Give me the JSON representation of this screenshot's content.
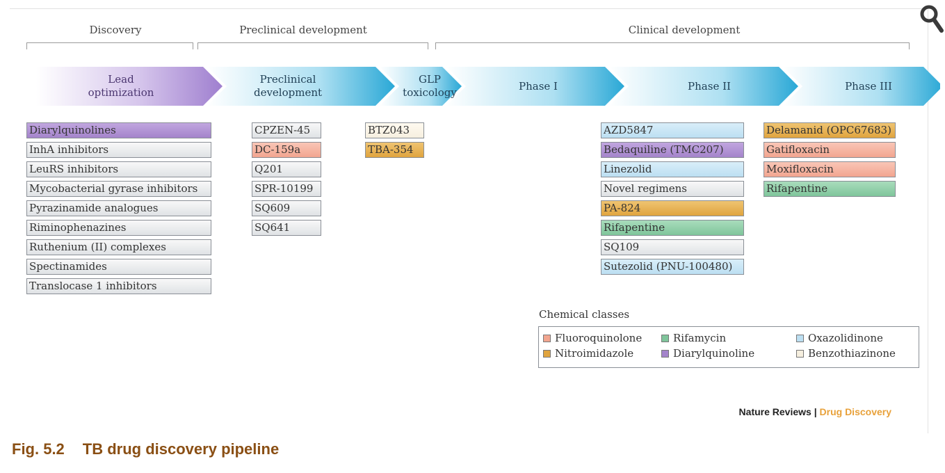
{
  "stages": [
    {
      "label": "Discovery"
    },
    {
      "label": "Preclinical development"
    },
    {
      "label": "Clinical development"
    }
  ],
  "phases": [
    {
      "label": "Lead\noptimization"
    },
    {
      "label": "Preclinical\ndevelopment"
    },
    {
      "label": "GLP\ntoxicology"
    },
    {
      "label": "Phase I"
    },
    {
      "label": "Phase II"
    },
    {
      "label": "Phase III"
    }
  ],
  "columns": {
    "lead_optimization": [
      {
        "name": "Diarylquinolines",
        "class": "purple"
      },
      {
        "name": "InhA inhibitors",
        "class": "grey"
      },
      {
        "name": "LeuRS inhibitors",
        "class": "grey"
      },
      {
        "name": "Mycobacterial gyrase inhibitors",
        "class": "grey"
      },
      {
        "name": "Pyrazinamide analogues",
        "class": "grey"
      },
      {
        "name": "Riminophenazines",
        "class": "grey"
      },
      {
        "name": "Ruthenium (II) complexes",
        "class": "grey"
      },
      {
        "name": "Spectinamides",
        "class": "grey"
      },
      {
        "name": "Translocase 1 inhibitors",
        "class": "grey"
      }
    ],
    "preclinical": [
      {
        "name": "CPZEN-45",
        "class": "grey"
      },
      {
        "name": "DC-159a",
        "class": "red"
      },
      {
        "name": "Q201",
        "class": "grey"
      },
      {
        "name": "SPR-10199",
        "class": "grey"
      },
      {
        "name": "SQ609",
        "class": "grey"
      },
      {
        "name": "SQ641",
        "class": "grey"
      }
    ],
    "glp_toxicology": [
      {
        "name": "BTZ043",
        "class": "cream"
      },
      {
        "name": "TBA-354",
        "class": "orange"
      }
    ],
    "phase2": [
      {
        "name": "AZD5847",
        "class": "blue"
      },
      {
        "name": "Bedaquiline (TMC207)",
        "class": "purple"
      },
      {
        "name": "Linezolid",
        "class": "blue"
      },
      {
        "name": "Novel regimens",
        "class": "grey"
      },
      {
        "name": "PA-824",
        "class": "orange"
      },
      {
        "name": "Rifapentine",
        "class": "green"
      },
      {
        "name": "SQ109",
        "class": "grey"
      },
      {
        "name": "Sutezolid (PNU-100480)",
        "class": "blue"
      }
    ],
    "phase3": [
      {
        "name": "Delamanid (OPC67683)",
        "class": "orange"
      },
      {
        "name": "Gatifloxacin",
        "class": "red"
      },
      {
        "name": "Moxifloxacin",
        "class": "red"
      },
      {
        "name": "Rifapentine",
        "class": "green"
      }
    ]
  },
  "legend": {
    "title": "Chemical classes",
    "items": [
      {
        "label": "Fluoroquinolone",
        "class": "red"
      },
      {
        "label": "Nitroimidazole",
        "class": "orange"
      },
      {
        "label": "Rifamycin",
        "class": "green"
      },
      {
        "label": "Diarylquinoline",
        "class": "purple"
      },
      {
        "label": "Oxazolidinone",
        "class": "blue"
      },
      {
        "label": "Benzothiazinone",
        "class": "cream"
      }
    ]
  },
  "colors": {
    "purple": "#a484cb",
    "red": "#f2a58f",
    "orange": "#e0a43e",
    "cream": "#f6efdf",
    "blue": "#bcdff2",
    "green": "#7fc59b",
    "grey": "#dfe2e5",
    "caption": "#8a4f14",
    "credit_accent": "#e8a13a"
  },
  "credit": {
    "part1": "Nature Reviews | ",
    "part2": "Drug Discovery"
  },
  "caption": {
    "number": "Fig. 5.2",
    "text": "TB drug discovery pipeline"
  },
  "icons": {
    "corner": "search-icon"
  }
}
